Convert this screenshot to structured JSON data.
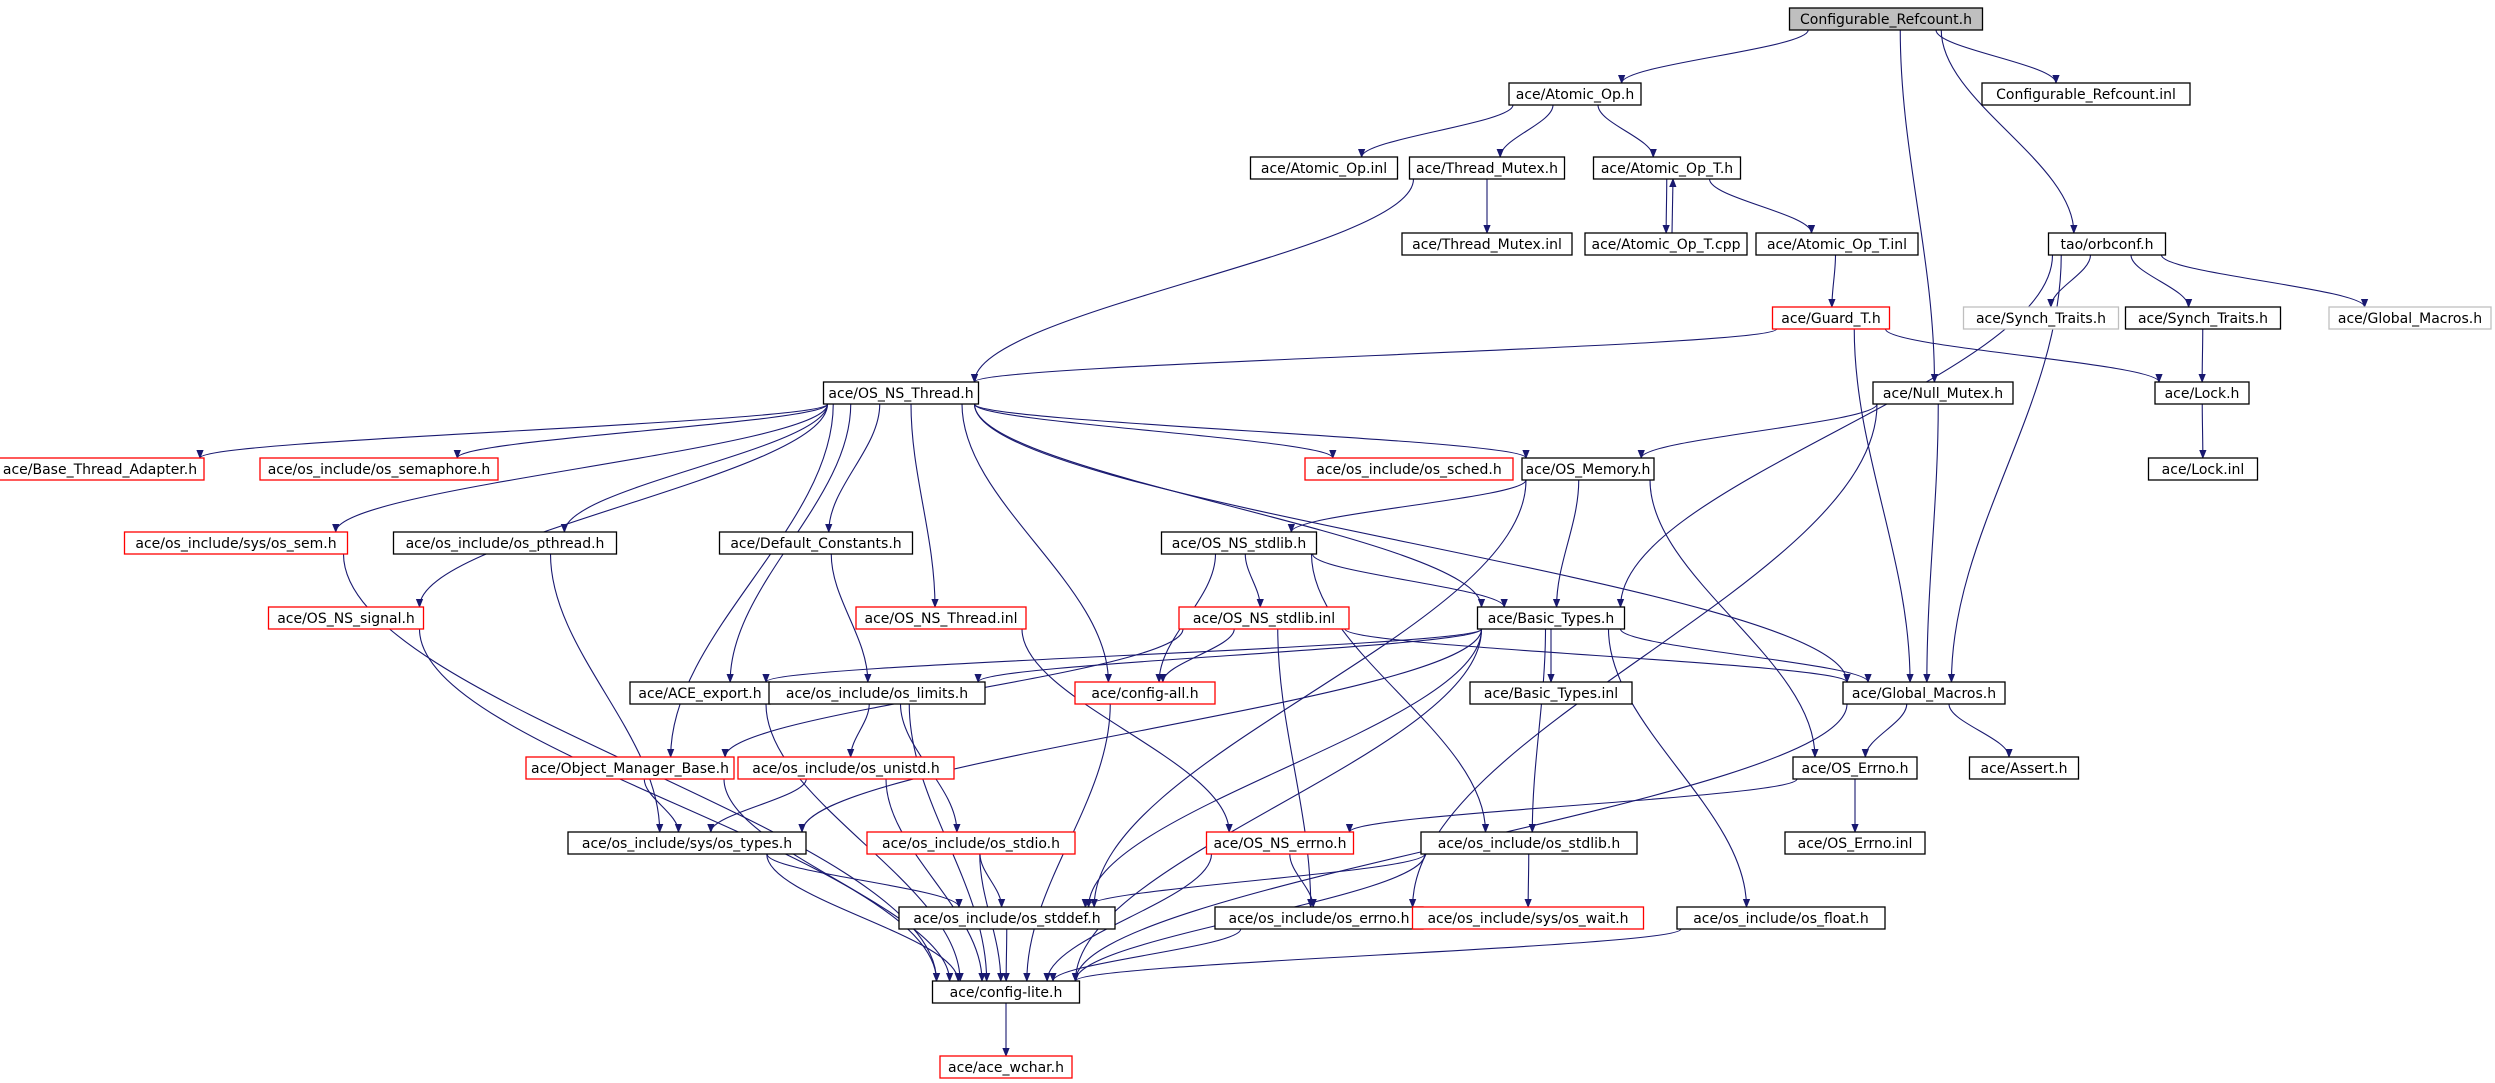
{
  "graph": {
    "colors": {
      "edge": "#191970",
      "normal": "#000000",
      "truncated": "#ff0000",
      "missing": "#bfbfbf",
      "root_fill": "#bfbfbf"
    },
    "nodes": [
      {
        "id": "root",
        "label": "Configurable_Refcount.h",
        "kind": "root"
      },
      {
        "id": "atomic_op_h",
        "label": "ace/Atomic_Op.h",
        "kind": "normal"
      },
      {
        "id": "cfg_refcount_inl",
        "label": "Configurable_Refcount.inl",
        "kind": "normal"
      },
      {
        "id": "atomic_op_inl",
        "label": "ace/Atomic_Op.inl",
        "kind": "normal"
      },
      {
        "id": "thread_mutex_h",
        "label": "ace/Thread_Mutex.h",
        "kind": "normal"
      },
      {
        "id": "atomic_op_t_h",
        "label": "ace/Atomic_Op_T.h",
        "kind": "normal"
      },
      {
        "id": "thread_mutex_inl",
        "label": "ace/Thread_Mutex.inl",
        "kind": "normal"
      },
      {
        "id": "atomic_op_t_cpp",
        "label": "ace/Atomic_Op_T.cpp",
        "kind": "normal"
      },
      {
        "id": "atomic_op_t_inl",
        "label": "ace/Atomic_Op_T.inl",
        "kind": "normal"
      },
      {
        "id": "orbconf_h",
        "label": "tao/orbconf.h",
        "kind": "normal"
      },
      {
        "id": "synch_traits_missing",
        "label": "ace/Synch_Traits.h",
        "kind": "missing"
      },
      {
        "id": "synch_traits_h",
        "label": "ace/Synch_Traits.h",
        "kind": "normal"
      },
      {
        "id": "global_macros_missing",
        "label": "ace/Global_Macros.h",
        "kind": "missing"
      },
      {
        "id": "guard_t_h",
        "label": "ace/Guard_T.h",
        "kind": "truncated"
      },
      {
        "id": "os_ns_thread_h",
        "label": "ace/OS_NS_Thread.h",
        "kind": "normal"
      },
      {
        "id": "null_mutex_h",
        "label": "ace/Null_Mutex.h",
        "kind": "normal"
      },
      {
        "id": "lock_h",
        "label": "ace/Lock.h",
        "kind": "normal"
      },
      {
        "id": "base_thread_adapter_h",
        "label": "ace/Base_Thread_Adapter.h",
        "kind": "truncated"
      },
      {
        "id": "os_semaphore_h",
        "label": "ace/os_include/os_semaphore.h",
        "kind": "truncated"
      },
      {
        "id": "os_sched_h",
        "label": "ace/os_include/os_sched.h",
        "kind": "truncated"
      },
      {
        "id": "os_memory_h",
        "label": "ace/OS_Memory.h",
        "kind": "normal"
      },
      {
        "id": "lock_inl",
        "label": "ace/Lock.inl",
        "kind": "normal"
      },
      {
        "id": "os_sem_h",
        "label": "ace/os_include/sys/os_sem.h",
        "kind": "truncated"
      },
      {
        "id": "os_pthread_h",
        "label": "ace/os_include/os_pthread.h",
        "kind": "normal"
      },
      {
        "id": "default_constants_h",
        "label": "ace/Default_Constants.h",
        "kind": "normal"
      },
      {
        "id": "os_ns_stdlib_h",
        "label": "ace/OS_NS_stdlib.h",
        "kind": "normal"
      },
      {
        "id": "os_ns_signal_h",
        "label": "ace/OS_NS_signal.h",
        "kind": "truncated"
      },
      {
        "id": "os_ns_thread_inl",
        "label": "ace/OS_NS_Thread.inl",
        "kind": "truncated"
      },
      {
        "id": "os_ns_stdlib_inl",
        "label": "ace/OS_NS_stdlib.inl",
        "kind": "truncated"
      },
      {
        "id": "basic_types_h",
        "label": "ace/Basic_Types.h",
        "kind": "normal"
      },
      {
        "id": "ace_export_h",
        "label": "ace/ACE_export.h",
        "kind": "normal"
      },
      {
        "id": "os_limits_h",
        "label": "ace/os_include/os_limits.h",
        "kind": "normal"
      },
      {
        "id": "config_all_h",
        "label": "ace/config-all.h",
        "kind": "truncated"
      },
      {
        "id": "basic_types_inl",
        "label": "ace/Basic_Types.inl",
        "kind": "normal"
      },
      {
        "id": "global_macros_h",
        "label": "ace/Global_Macros.h",
        "kind": "normal"
      },
      {
        "id": "object_manager_base_h",
        "label": "ace/Object_Manager_Base.h",
        "kind": "truncated"
      },
      {
        "id": "os_unistd_h",
        "label": "ace/os_include/os_unistd.h",
        "kind": "truncated"
      },
      {
        "id": "os_errno_h",
        "label": "ace/OS_Errno.h",
        "kind": "normal"
      },
      {
        "id": "assert_h",
        "label": "ace/Assert.h",
        "kind": "normal"
      },
      {
        "id": "os_types_h",
        "label": "ace/os_include/sys/os_types.h",
        "kind": "normal"
      },
      {
        "id": "os_stdio_h",
        "label": "ace/os_include/os_stdio.h",
        "kind": "truncated"
      },
      {
        "id": "os_ns_errno_h",
        "label": "ace/OS_NS_errno.h",
        "kind": "truncated"
      },
      {
        "id": "os_stdlib_h",
        "label": "ace/os_include/os_stdlib.h",
        "kind": "normal"
      },
      {
        "id": "os_errno_inl",
        "label": "ace/OS_Errno.inl",
        "kind": "normal"
      },
      {
        "id": "os_stddef_h",
        "label": "ace/os_include/os_stddef.h",
        "kind": "normal"
      },
      {
        "id": "os_errno_inc_h",
        "label": "ace/os_include/os_errno.h",
        "kind": "normal"
      },
      {
        "id": "os_wait_h",
        "label": "ace/os_include/sys/os_wait.h",
        "kind": "truncated"
      },
      {
        "id": "os_float_h",
        "label": "ace/os_include/os_float.h",
        "kind": "normal"
      },
      {
        "id": "config_lite_h",
        "label": "ace/config-lite.h",
        "kind": "normal"
      },
      {
        "id": "ace_wchar_h",
        "label": "ace/ace_wchar.h",
        "kind": "truncated"
      }
    ],
    "edges": [
      [
        "root",
        "atomic_op_h"
      ],
      [
        "root",
        "cfg_refcount_inl"
      ],
      [
        "root",
        "null_mutex_h"
      ],
      [
        "root",
        "orbconf_h"
      ],
      [
        "atomic_op_h",
        "atomic_op_inl"
      ],
      [
        "atomic_op_h",
        "thread_mutex_h"
      ],
      [
        "atomic_op_h",
        "atomic_op_t_h"
      ],
      [
        "thread_mutex_h",
        "thread_mutex_inl"
      ],
      [
        "thread_mutex_h",
        "os_ns_thread_h"
      ],
      [
        "atomic_op_t_h",
        "atomic_op_t_cpp"
      ],
      [
        "atomic_op_t_cpp",
        "atomic_op_t_h"
      ],
      [
        "atomic_op_t_h",
        "atomic_op_t_inl"
      ],
      [
        "atomic_op_t_inl",
        "guard_t_h"
      ],
      [
        "orbconf_h",
        "synch_traits_missing"
      ],
      [
        "orbconf_h",
        "synch_traits_h"
      ],
      [
        "orbconf_h",
        "global_macros_missing"
      ],
      [
        "orbconf_h",
        "global_macros_h"
      ],
      [
        "orbconf_h",
        "basic_types_h"
      ],
      [
        "synch_traits_h",
        "lock_h"
      ],
      [
        "lock_h",
        "lock_inl"
      ],
      [
        "guard_t_h",
        "os_ns_thread_h"
      ],
      [
        "guard_t_h",
        "lock_h"
      ],
      [
        "guard_t_h",
        "global_macros_h"
      ],
      [
        "null_mutex_h",
        "os_memory_h"
      ],
      [
        "null_mutex_h",
        "global_macros_h"
      ],
      [
        "null_mutex_h",
        "os_errno_inc_h"
      ],
      [
        "os_ns_thread_h",
        "base_thread_adapter_h"
      ],
      [
        "os_ns_thread_h",
        "os_semaphore_h"
      ],
      [
        "os_ns_thread_h",
        "os_sched_h"
      ],
      [
        "os_ns_thread_h",
        "os_memory_h"
      ],
      [
        "os_ns_thread_h",
        "os_sem_h"
      ],
      [
        "os_ns_thread_h",
        "os_pthread_h"
      ],
      [
        "os_ns_thread_h",
        "default_constants_h"
      ],
      [
        "os_ns_thread_h",
        "os_ns_signal_h"
      ],
      [
        "os_ns_thread_h",
        "os_ns_thread_inl"
      ],
      [
        "os_ns_thread_h",
        "basic_types_h"
      ],
      [
        "os_ns_thread_h",
        "ace_export_h"
      ],
      [
        "os_ns_thread_h",
        "config_all_h"
      ],
      [
        "os_ns_thread_h",
        "global_macros_h"
      ],
      [
        "os_ns_thread_h",
        "object_manager_base_h"
      ],
      [
        "os_memory_h",
        "os_ns_stdlib_h"
      ],
      [
        "os_memory_h",
        "basic_types_h"
      ],
      [
        "os_memory_h",
        "os_errno_h"
      ],
      [
        "os_memory_h",
        "os_stddef_h"
      ],
      [
        "os_sem_h",
        "config_lite_h"
      ],
      [
        "os_pthread_h",
        "os_types_h"
      ],
      [
        "default_constants_h",
        "os_limits_h"
      ],
      [
        "os_ns_signal_h",
        "config_lite_h"
      ],
      [
        "os_ns_thread_inl",
        "os_ns_errno_h"
      ],
      [
        "os_ns_stdlib_h",
        "os_ns_stdlib_inl"
      ],
      [
        "os_ns_stdlib_h",
        "basic_types_h"
      ],
      [
        "os_ns_stdlib_h",
        "config_all_h"
      ],
      [
        "os_ns_stdlib_h",
        "os_stdlib_h"
      ],
      [
        "os_ns_stdlib_inl",
        "config_all_h"
      ],
      [
        "os_ns_stdlib_inl",
        "global_macros_h"
      ],
      [
        "os_ns_stdlib_inl",
        "object_manager_base_h"
      ],
      [
        "os_ns_stdlib_inl",
        "os_errno_inc_h"
      ],
      [
        "basic_types_h",
        "ace_export_h"
      ],
      [
        "basic_types_h",
        "os_limits_h"
      ],
      [
        "basic_types_h",
        "basic_types_inl"
      ],
      [
        "basic_types_h",
        "global_macros_h"
      ],
      [
        "basic_types_h",
        "os_types_h"
      ],
      [
        "basic_types_h",
        "os_stddef_h"
      ],
      [
        "basic_types_h",
        "os_stdlib_h"
      ],
      [
        "basic_types_h",
        "os_float_h"
      ],
      [
        "basic_types_h",
        "config_lite_h"
      ],
      [
        "ace_export_h",
        "config_lite_h"
      ],
      [
        "os_limits_h",
        "os_unistd_h"
      ],
      [
        "os_limits_h",
        "os_stdio_h"
      ],
      [
        "os_limits_h",
        "config_lite_h"
      ],
      [
        "config_all_h",
        "config_lite_h"
      ],
      [
        "global_macros_h",
        "os_errno_h"
      ],
      [
        "global_macros_h",
        "assert_h"
      ],
      [
        "global_macros_h",
        "config_lite_h"
      ],
      [
        "object_manager_base_h",
        "os_types_h"
      ],
      [
        "object_manager_base_h",
        "config_lite_h"
      ],
      [
        "os_unistd_h",
        "os_types_h"
      ],
      [
        "os_unistd_h",
        "config_lite_h"
      ],
      [
        "os_errno_h",
        "os_ns_errno_h"
      ],
      [
        "os_errno_h",
        "os_errno_inl"
      ],
      [
        "os_types_h",
        "os_stddef_h"
      ],
      [
        "os_types_h",
        "config_lite_h"
      ],
      [
        "os_stdio_h",
        "os_stddef_h"
      ],
      [
        "os_stdio_h",
        "config_lite_h"
      ],
      [
        "os_ns_errno_h",
        "os_errno_inc_h"
      ],
      [
        "os_ns_errno_h",
        "config_lite_h"
      ],
      [
        "os_stdlib_h",
        "os_stddef_h"
      ],
      [
        "os_stdlib_h",
        "os_wait_h"
      ],
      [
        "os_stdlib_h",
        "config_lite_h"
      ],
      [
        "os_stddef_h",
        "config_lite_h"
      ],
      [
        "os_errno_inc_h",
        "config_lite_h"
      ],
      [
        "os_float_h",
        "config_lite_h"
      ],
      [
        "config_lite_h",
        "ace_wchar_h"
      ]
    ]
  }
}
